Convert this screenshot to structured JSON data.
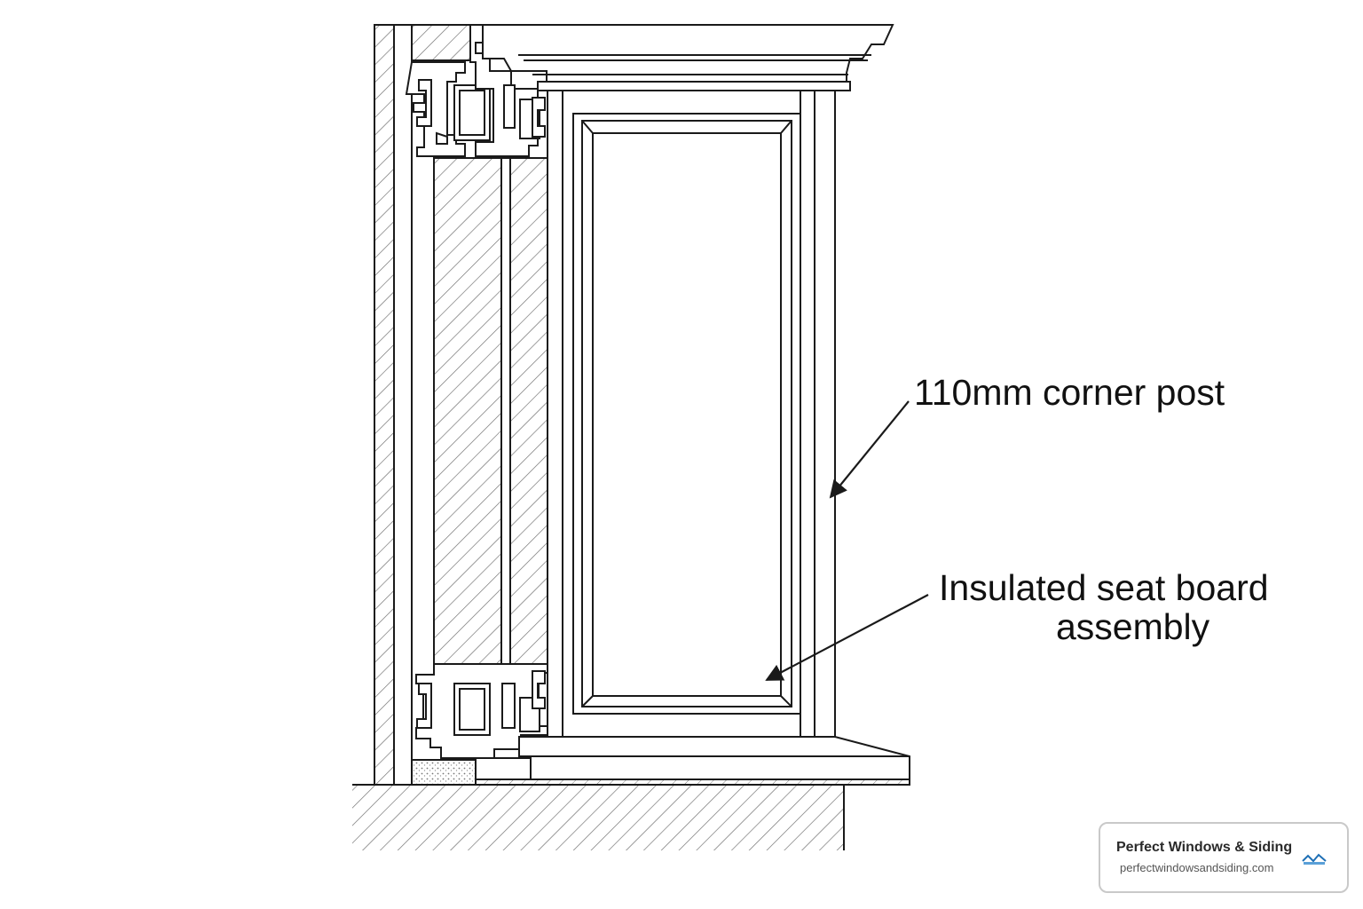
{
  "diagram": {
    "labels": {
      "corner_post": "110mm corner post",
      "seat_board_line1": "Insulated seat board",
      "seat_board_line2": "assembly"
    },
    "colors": {
      "line": "#1a1a1a",
      "hatch": "#555555",
      "background": "#ffffff",
      "fill_sill": "#efefef"
    }
  },
  "brand": {
    "name": "Perfect Windows & Siding",
    "url": "perfectwindowsandsiding.com",
    "logo_icon": "company-logo-icon",
    "accent": "#1e6fb5"
  }
}
